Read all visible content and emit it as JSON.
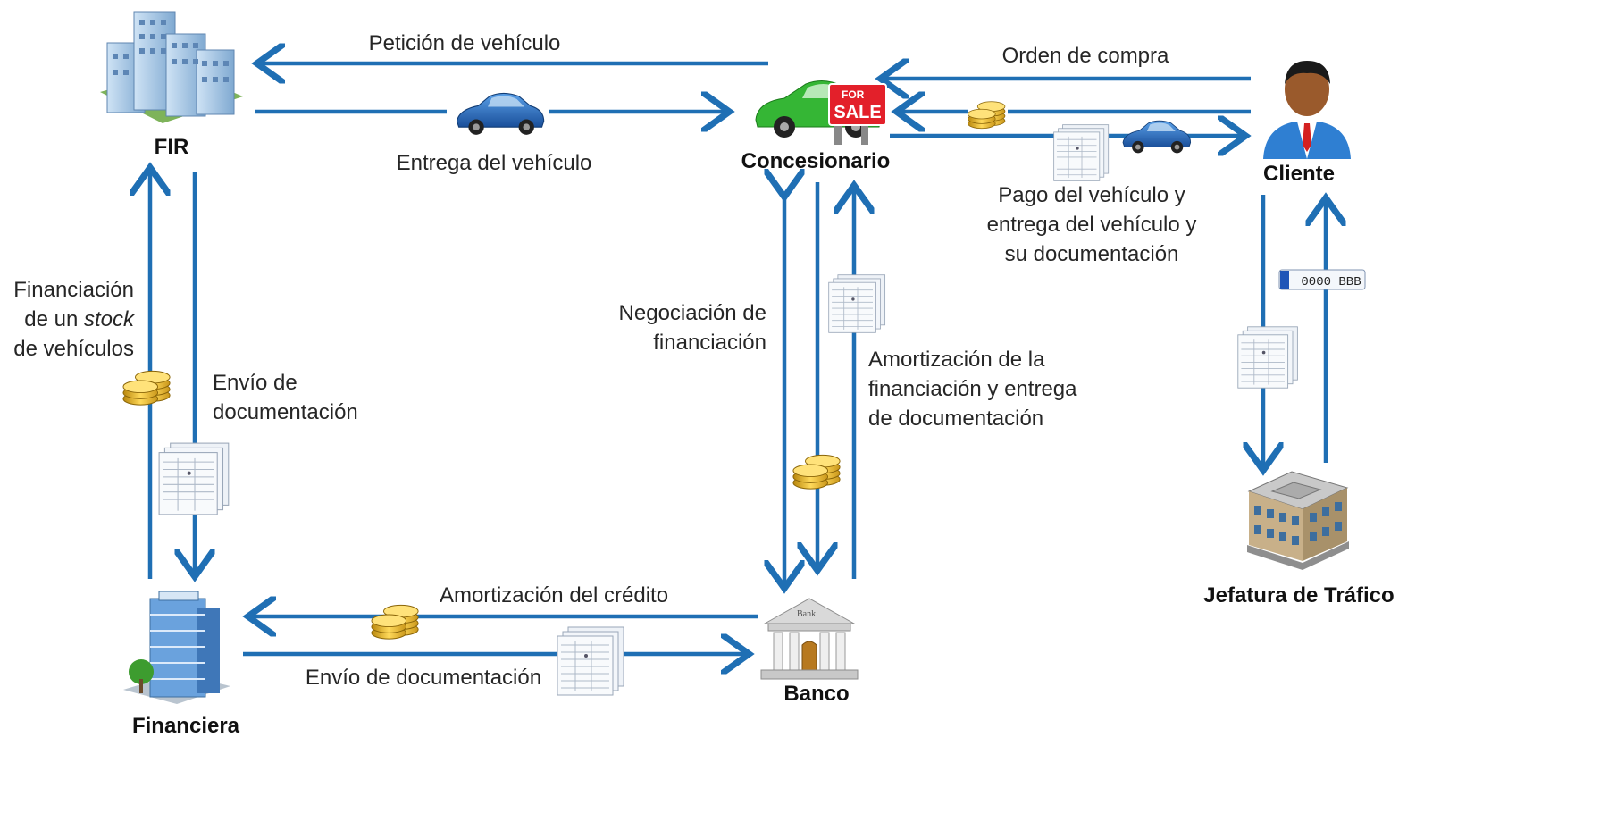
{
  "colors": {
    "arrow": "#1f6fb4",
    "text": "#262626"
  },
  "nodes": {
    "fir": {
      "label": "FIR",
      "icon": "office-buildings-icon"
    },
    "concesionario": {
      "label": "Concesionario",
      "icon": "car-for-sale-icon"
    },
    "cliente": {
      "label": "Cliente",
      "icon": "person-icon"
    },
    "financiera": {
      "label": "Financiera",
      "icon": "office-tower-icon"
    },
    "banco": {
      "label": "Banco",
      "icon": "bank-icon"
    },
    "jefatura": {
      "label": "Jefatura de Tráfico",
      "icon": "government-building-icon"
    }
  },
  "sale_sign": {
    "line1": "FOR",
    "line2": "SALE"
  },
  "bank_sign": "Bank",
  "plate": "0000 BBB",
  "flows": {
    "peticion": "Petición de vehículo",
    "entrega": "Entrega del vehículo",
    "orden": "Orden de compra",
    "pago": [
      "Pago del vehículo y",
      "entrega del vehículo y",
      "su documentación"
    ],
    "financiacion_stock": {
      "line1": "Financiación",
      "line2_pre": "de un ",
      "line2_em": "stock",
      "line3": "de vehículos"
    },
    "envio_doc_left": [
      "Envío de",
      "documentación"
    ],
    "negociacion": [
      "Negociación de",
      "financiación"
    ],
    "amortizacion_fin": [
      "Amortización de la",
      "financiación y entrega",
      "de documentación"
    ],
    "amortizacion_credito": "Amortización del crédito",
    "envio_doc_bottom": "Envío de documentación"
  }
}
